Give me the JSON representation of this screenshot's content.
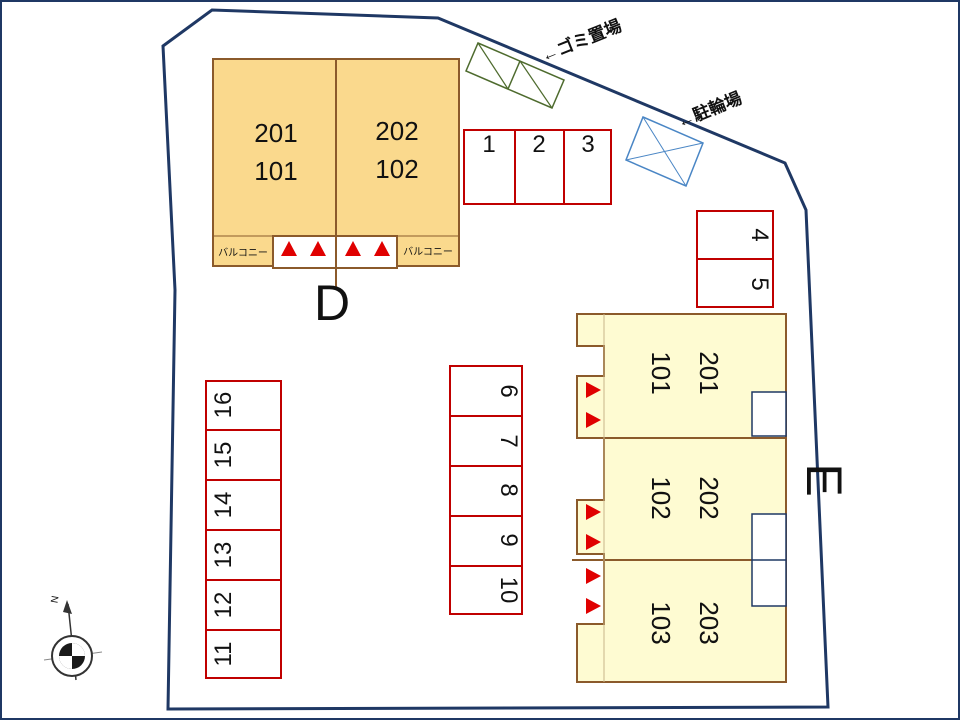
{
  "building_d": {
    "left_unit_upper": "201",
    "left_unit_lower": "101",
    "right_unit_upper": "202",
    "right_unit_lower": "102",
    "balcony_left": "バルコニー",
    "balcony_right": "バルコニー",
    "label": "D"
  },
  "building_e": {
    "unit_1_upper": "201",
    "unit_1_lower": "101",
    "unit_2_upper": "202",
    "unit_2_lower": "102",
    "unit_3_upper": "203",
    "unit_3_lower": "103",
    "label": "E"
  },
  "facilities": {
    "garbage": "←ゴミ置場",
    "bicycle": "←駐輪場"
  },
  "parking": {
    "top_row": [
      "1",
      "2",
      "3"
    ],
    "right_pair": [
      "4",
      "5"
    ],
    "middle_column": [
      "6",
      "7",
      "8",
      "9",
      "10"
    ],
    "left_column": [
      "16",
      "15",
      "14",
      "13",
      "12",
      "11"
    ]
  },
  "compass": {
    "north": "N"
  },
  "colors": {
    "boundary": "#1f3864",
    "building_d": "#fad98d",
    "building_e": "#fefbd2",
    "parking_line": "#c00000",
    "entrance": "#e00000"
  }
}
